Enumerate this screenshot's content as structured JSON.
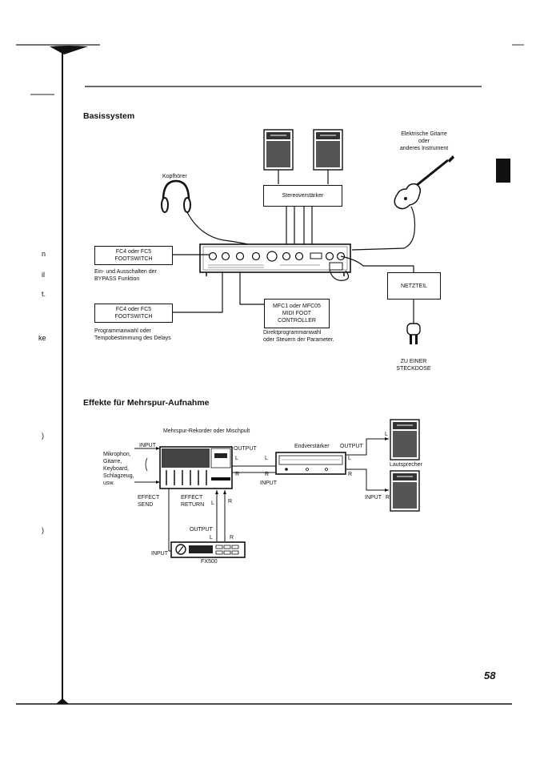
{
  "margin_letters": [
    "n",
    "il",
    "t.",
    "ke",
    ")",
    ")"
  ],
  "section1": {
    "title": "Basissystem",
    "guitar": [
      "Elektrische Gitarre",
      "oder",
      "anderes Instrument"
    ],
    "headphones": "Kopfhörer",
    "amp": "Stereoverstärker",
    "fs1": {
      "line1": "FC4 oder FC5",
      "line2": "FOOTSWITCH"
    },
    "fs1_desc": [
      "Ein- und Ausschalten der",
      "BYPASS Funktion"
    ],
    "fs2": {
      "line1": "FC4 oder FC5",
      "line2": "FOOTSWITCH"
    },
    "fs2_desc": [
      "Programmanwahl oder",
      "Tempobestimmung des Delays"
    ],
    "midi": {
      "line1": "MFC1 oder MFC05",
      "line2": "MIDI FOOT",
      "line3": "CONTROLLER"
    },
    "midi_desc": [
      "Direktprogrammanwahl",
      "oder Steuern der Parameter."
    ],
    "power": "NETZTEIL",
    "socket": [
      "ZU EINER",
      "STECKDOSE"
    ]
  },
  "section2": {
    "title": "Effekte für Mehrspur-Aufnahme",
    "mixer": "Mehrspur-Rekorder oder Mischpult",
    "input": "INPUT",
    "sources": [
      "Mikrophon,",
      "Gitarre,",
      "Keyboard,",
      "Schlagzeug,",
      "usw."
    ],
    "output": "OUTPUT",
    "effect_send": [
      "EFFECT",
      "SEND"
    ],
    "effect_return": [
      "EFFECT",
      "RETURN"
    ],
    "end_amp": "Endverstärker",
    "amp_output": "OUTPUT",
    "amp_input": "INPUT",
    "speaker": "Lautsprecher",
    "speaker_input": "INPUT",
    "fx_output": "OUTPUT",
    "fx_input": "INPUT",
    "fx_name": "FX500",
    "L": "L",
    "R": "R"
  },
  "page_number": "58"
}
